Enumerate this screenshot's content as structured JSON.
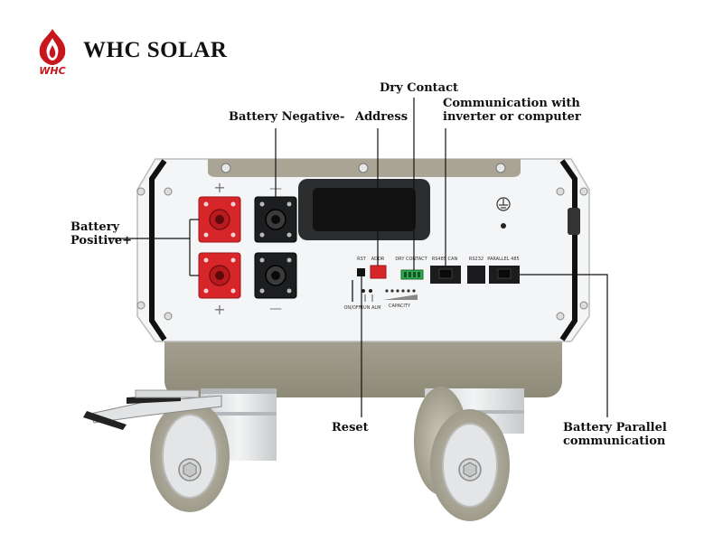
{
  "brand": {
    "name": "WHC SOLAR",
    "logo_text": "WHC",
    "accent_color": "#c8161d"
  },
  "callouts": {
    "dry_contact": "Dry Contact",
    "communication_line1": "Communication with",
    "communication_line2": "inverter or computer",
    "battery_negative": "Battery Negative-",
    "address": "Address",
    "battery_positive_line1": "Battery",
    "battery_positive_line2": "Positive+",
    "reset": "Reset",
    "parallel_line1": "Battery Parallel",
    "parallel_line2": "communication"
  },
  "panel": {
    "plus_sign": "+",
    "minus_sign": "—",
    "rst_label": "RST",
    "addr_label": "ADDR",
    "dry_contact_label": "DRY CONTACT",
    "rs485_label": "RS485 CAN",
    "rs232_label": "RS232",
    "parallel_label": "PARALLEL 485",
    "on_off_label": "ON/OFF",
    "run_alm_label": "RUN ALM",
    "capacity_label": "CAPACITY"
  }
}
